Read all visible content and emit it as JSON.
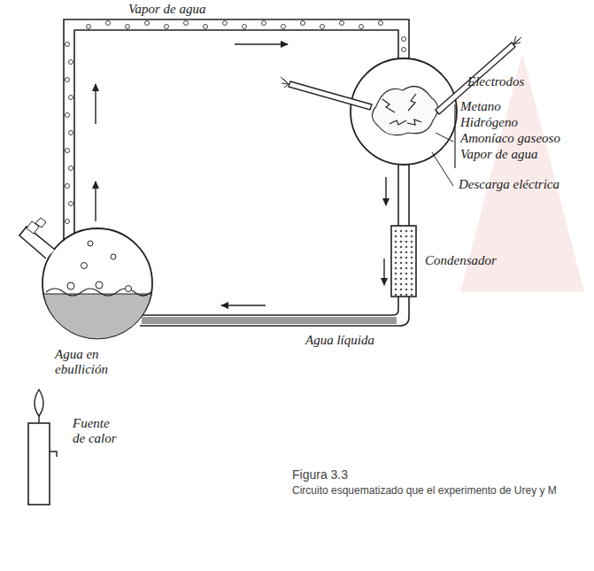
{
  "diagram": {
    "caption": "Circuito esquematizado que el experimento de Urey y M",
    "labels": [
      "Vapor de agua",
      "Electrodos",
      "Metano",
      "Hidrógeno",
      "Amoníaco gaseoso",
      "Vapor de agua",
      "Descarga eléctrica",
      "Condensador",
      "Agua líquida",
      "Agua en ebullición",
      "Fuente de calor",
      "Figura 3.3"
    ]
  }
}
